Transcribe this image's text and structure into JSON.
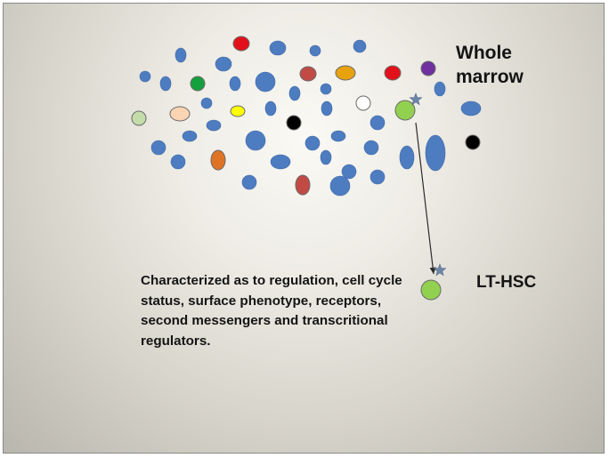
{
  "labels": {
    "whole_marrow": "Whole marrow",
    "lt_hsc": "LT-HSC",
    "description": "Characterized as to regulation, cell cycle status, surface phenotype, receptors, second messengers and transcritional regulators."
  },
  "colors": {
    "blue": "#4e7cc0",
    "red": "#e2101a",
    "dark_red": "#c24a45",
    "orange": "#e8a20e",
    "dark_orange": "#df7325",
    "green": "#14a03c",
    "purple": "#7030a0",
    "lime": "#92d050",
    "pale_green": "#c4dcaa",
    "peach": "#fbd4b4",
    "yellow": "#ffff00",
    "white": "#ffffff",
    "black": "#000000",
    "star": "#6d86a8",
    "arrow": "#2b2b2b"
  },
  "icons": [
    "star-icon",
    "arrow-icon"
  ]
}
